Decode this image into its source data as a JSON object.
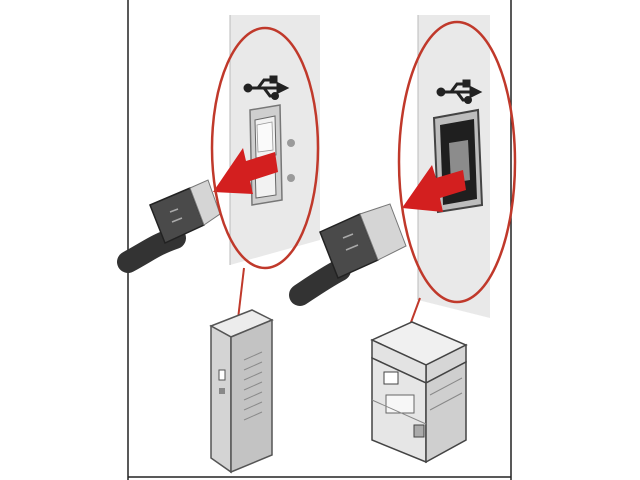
{
  "figure": {
    "panels": [
      {
        "id": "left",
        "port": "usb-type-a",
        "device": "computer-tower"
      },
      {
        "id": "right",
        "port": "usb-type-b",
        "device": "printer"
      }
    ]
  },
  "colors": {
    "callout_circle": "#c0392b",
    "arrow": "#d31f1f",
    "wall": "#e9e9e9",
    "cable_dark": "#3a3a3a",
    "connector_metal": "#d5d5d5",
    "device_body": "#d9d9d9"
  },
  "icons": [
    "usb-symbol-icon",
    "usb-symbol-icon"
  ]
}
